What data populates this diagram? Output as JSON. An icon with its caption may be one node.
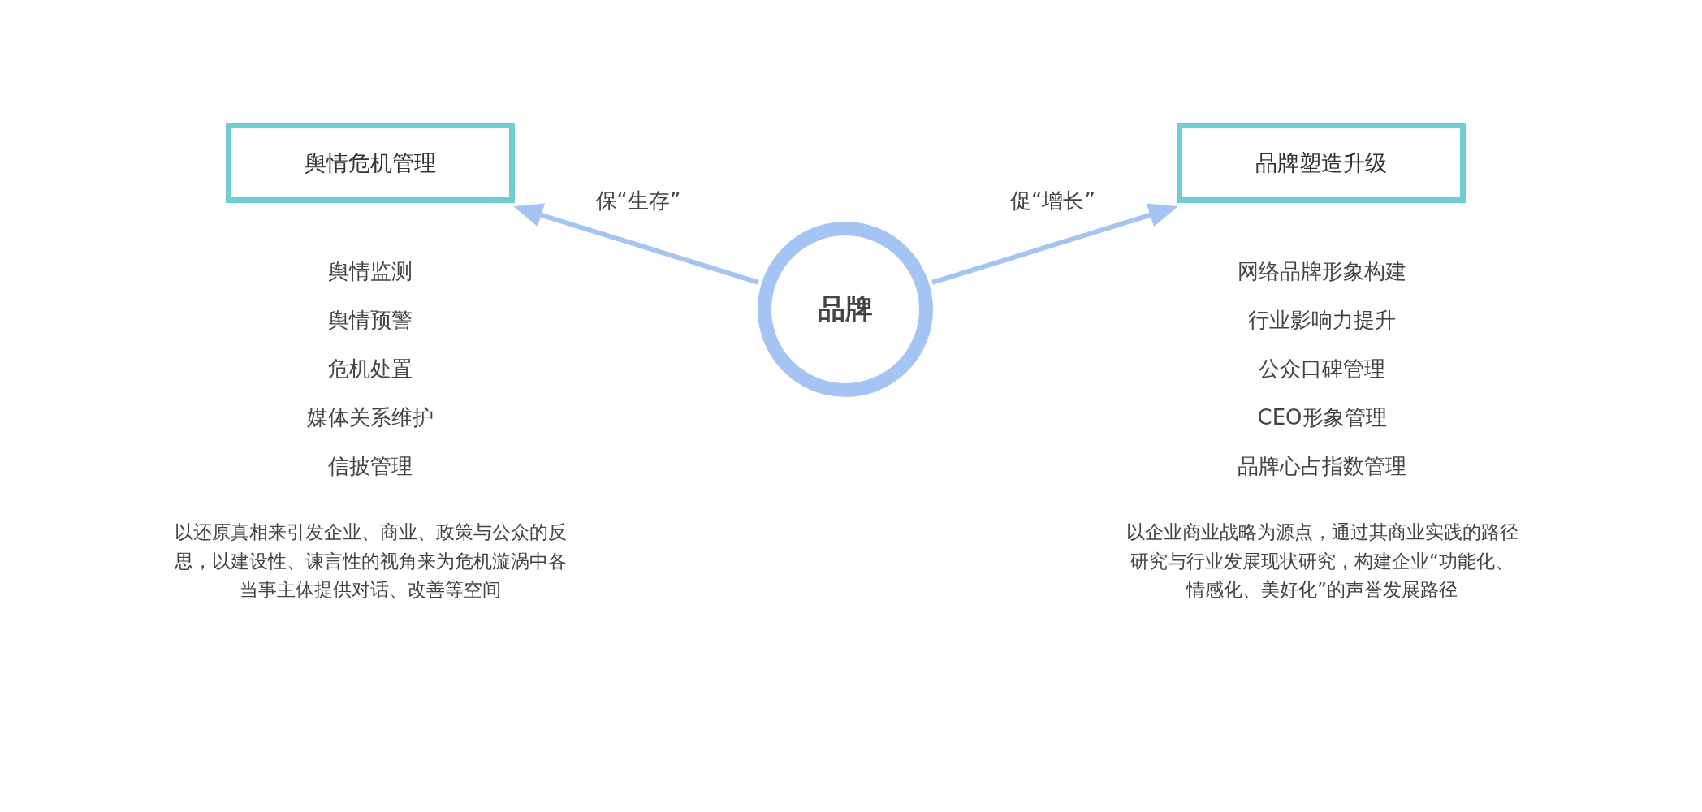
{
  "diagram": {
    "nodes": [
      {
        "text": [
          "舆情危机管理"
        ],
        "beside": [
          "舆情监测",
          "舆情预警",
          "危机处置",
          "媒体关系维护",
          "信披管理",
          "以还原真相来引发企业、商业、政策与公众的反思，以建设性、谏言性的视角来为危机漩涡中各当事主体提供对话、改善等空间"
        ]
      },
      {
        "text": [
          "品牌"
        ]
      },
      {
        "text": [
          "品牌塑造升级"
        ],
        "beside": [
          "网络品牌形象构建",
          "行业影响力提升",
          "公众口碑管理",
          "CEO形象管理",
          "品牌心占指数管理",
          "以企业商业战略为源点，通过其商业实践的路径研究与行业发展现状研究，构建企业“功能化、情感化、美好化”的声誉发展路径"
        ]
      }
    ],
    "edges": [
      {
        "from": 1,
        "to": 0,
        "arrow": "to",
        "label": "保“生存”"
      },
      {
        "from": 1,
        "to": 2,
        "arrow": "to",
        "label": "促“增长”"
      }
    ]
  }
}
